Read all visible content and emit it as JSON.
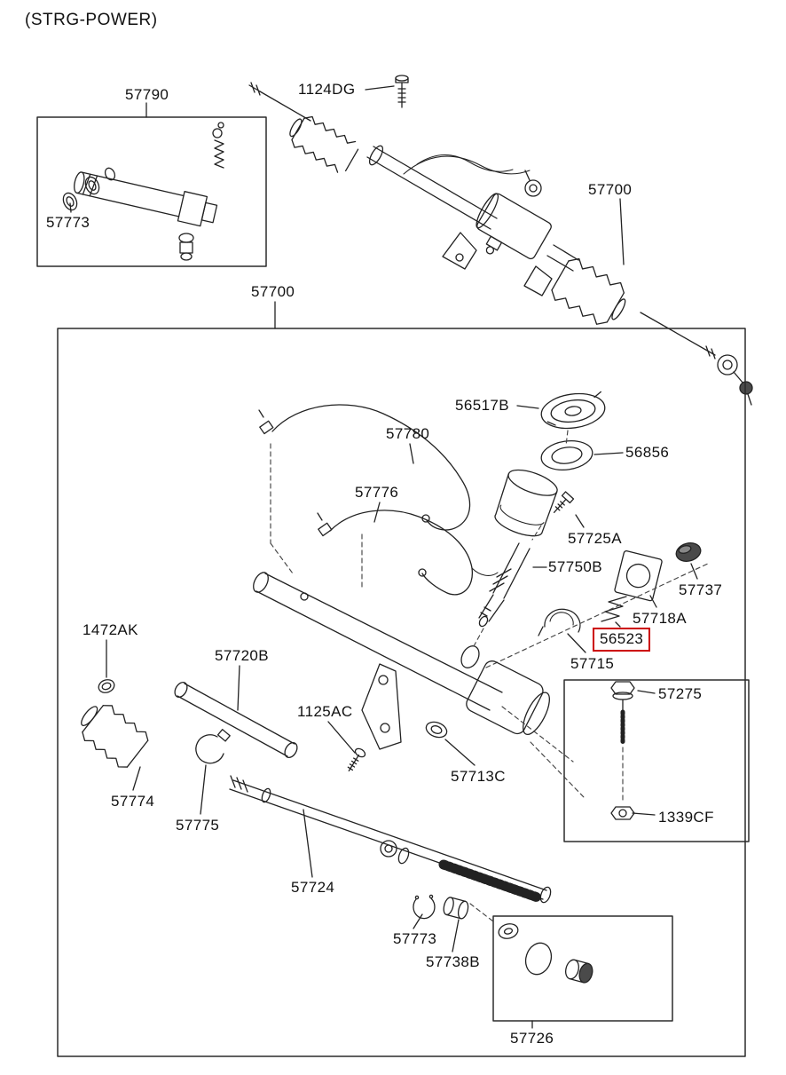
{
  "title": "(STRG-POWER)",
  "highlight": {
    "part": "56523",
    "color": "#cc0000"
  },
  "labels": {
    "p57790": "57790",
    "p1124DG": "1124DG",
    "p57700_top": "57700",
    "p57773_inset": "57773",
    "p57700_box": "57700",
    "p56517B": "56517B",
    "p57780": "57780",
    "p56856": "56856",
    "p57776": "57776",
    "p57725A": "57725A",
    "p57750B": "57750B",
    "p57737": "57737",
    "p57718A": "57718A",
    "p56523": "56523",
    "p57715": "57715",
    "p1472AK": "1472AK",
    "p57720B": "57720B",
    "p57275": "57275",
    "p1125AC": "1125AC",
    "p57713C": "57713C",
    "p57774": "57774",
    "p57775": "57775",
    "p1339CF": "1339CF",
    "p57724": "57724",
    "p57773_lower": "57773",
    "p57738B": "57738B",
    "p57726": "57726"
  }
}
